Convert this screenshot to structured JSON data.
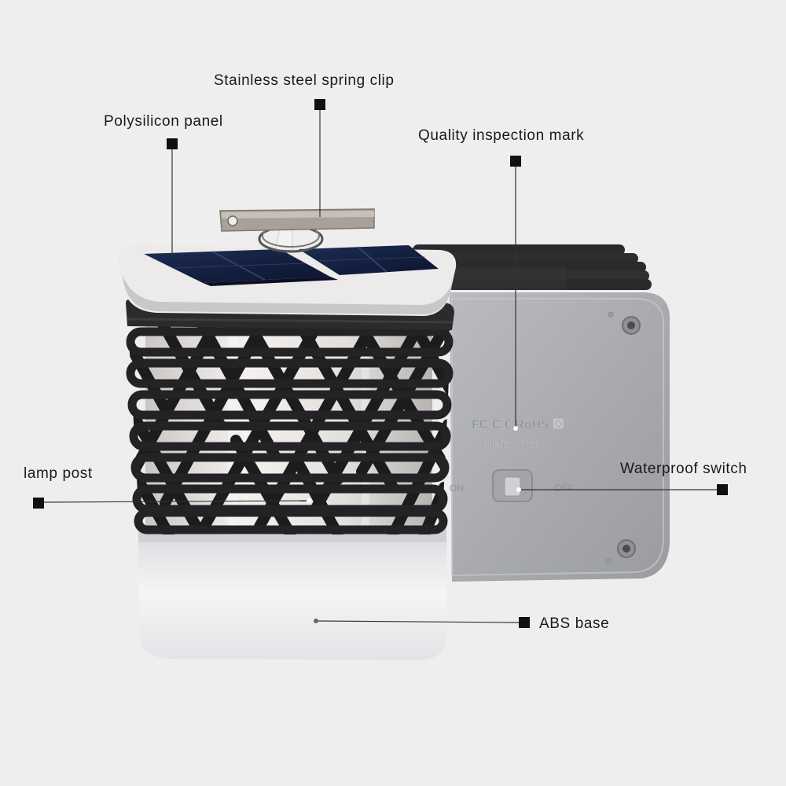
{
  "background_color": "#eeeeee",
  "callouts": {
    "clip": "Stainless steel spring clip",
    "panel": "Polysilicon panel",
    "mark": "Quality inspection mark",
    "lamp": "lamp post",
    "switch": "Waterproof switch",
    "base": "ABS base"
  },
  "device_back": {
    "cert_marks": "FC C € RoHS ☒",
    "origin": "Made in China",
    "on_label": "ON",
    "off_label": "OFF"
  },
  "icons": {
    "lantern": "solar-lantern-illustration",
    "back_case": "lantern-back-case-illustration"
  }
}
